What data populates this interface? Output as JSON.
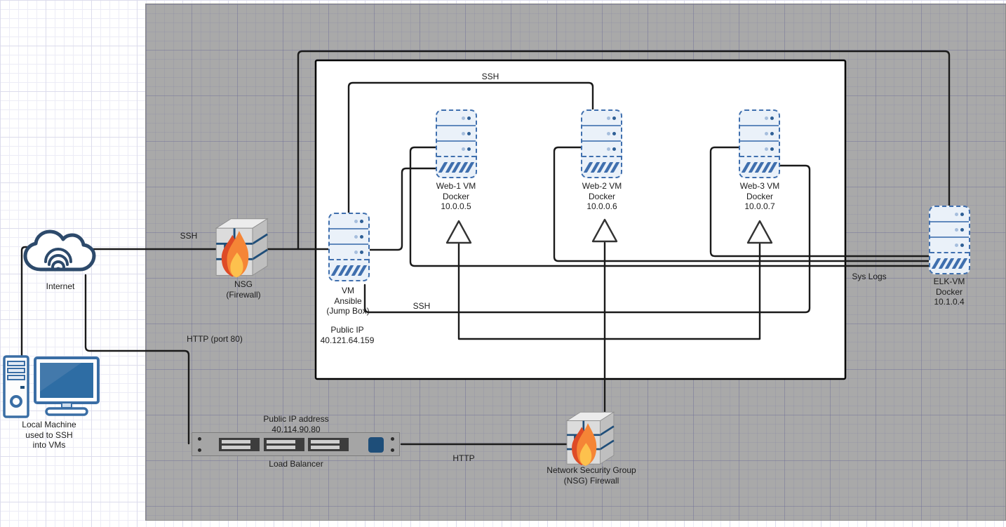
{
  "nodes": {
    "internet": {
      "label": "Internet"
    },
    "local_machine": {
      "label": "Local Machine\nused to SSH\ninto VMs"
    },
    "nsg_firewall": {
      "label": "NSG\n(Firewall)"
    },
    "jump_box": {
      "label": "VM\nAnsible\n(Jump Box)",
      "public_ip": "Public IP\n40.121.64.159"
    },
    "web1": {
      "label": "Web-1 VM\nDocker\n10.0.0.5"
    },
    "web2": {
      "label": "Web-2 VM\nDocker\n10.0.0.6"
    },
    "web3": {
      "label": "Web-3 VM\nDocker\n10.0.0.7"
    },
    "elk": {
      "label": "ELK-VM\nDocker\n10.1.0.4"
    },
    "load_balancer": {
      "label": "Load Balancer",
      "public_ip": "Public IP address\n40.114.90.80"
    },
    "nsg_bottom": {
      "label": "Network Security Group\n(NSG) Firewall"
    }
  },
  "edge_labels": {
    "ssh_internet": "SSH",
    "ssh_top": "SSH",
    "ssh_jump": "SSH",
    "http_port80": "HTTP (port 80)",
    "http_lb": "HTTP",
    "sys_logs": "Sys Logs"
  },
  "colors": {
    "canvas_gray": "#a9a9a9",
    "line_black": "#1a1a1a",
    "server_blue": "#3f6fae",
    "navy": "#1f4e79",
    "flame_red": "#de4b27",
    "flame_orange": "#f58536",
    "flame_yellow": "#fdc14d"
  }
}
